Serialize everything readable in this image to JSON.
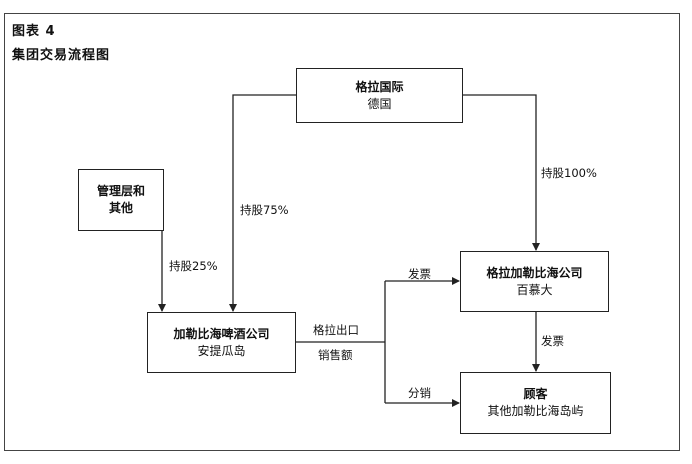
{
  "figure": {
    "label": "图表 4",
    "title": "集团交易流程图"
  },
  "nodes": {
    "gela_international": {
      "name": "格拉国际",
      "location": "德国"
    },
    "management": {
      "name": "管理层和",
      "location": "其他"
    },
    "caribbean_brewery": {
      "name": "加勒比海啤酒公司",
      "location": "安提瓜岛"
    },
    "gela_caribbean": {
      "name": "格拉加勒比海公司",
      "location": "百慕大"
    },
    "customers": {
      "name": "顾客",
      "location": "其他加勒比海岛屿"
    }
  },
  "edges": {
    "intl_to_brewery": {
      "label": "持股75%"
    },
    "intl_to_gela_caribbean": {
      "label": "持股100%"
    },
    "management_to_brewery": {
      "label": "持股25%"
    },
    "brewery_export_top": {
      "label": "格拉出口"
    },
    "brewery_export_bottom": {
      "label": "销售额"
    },
    "to_gela_caribbean": {
      "label": "发票"
    },
    "to_customers_distribution": {
      "label": "分销"
    },
    "gela_caribbean_to_customers": {
      "label": "发票"
    }
  },
  "colors": {
    "line": "#222222",
    "background": "#ffffff"
  }
}
